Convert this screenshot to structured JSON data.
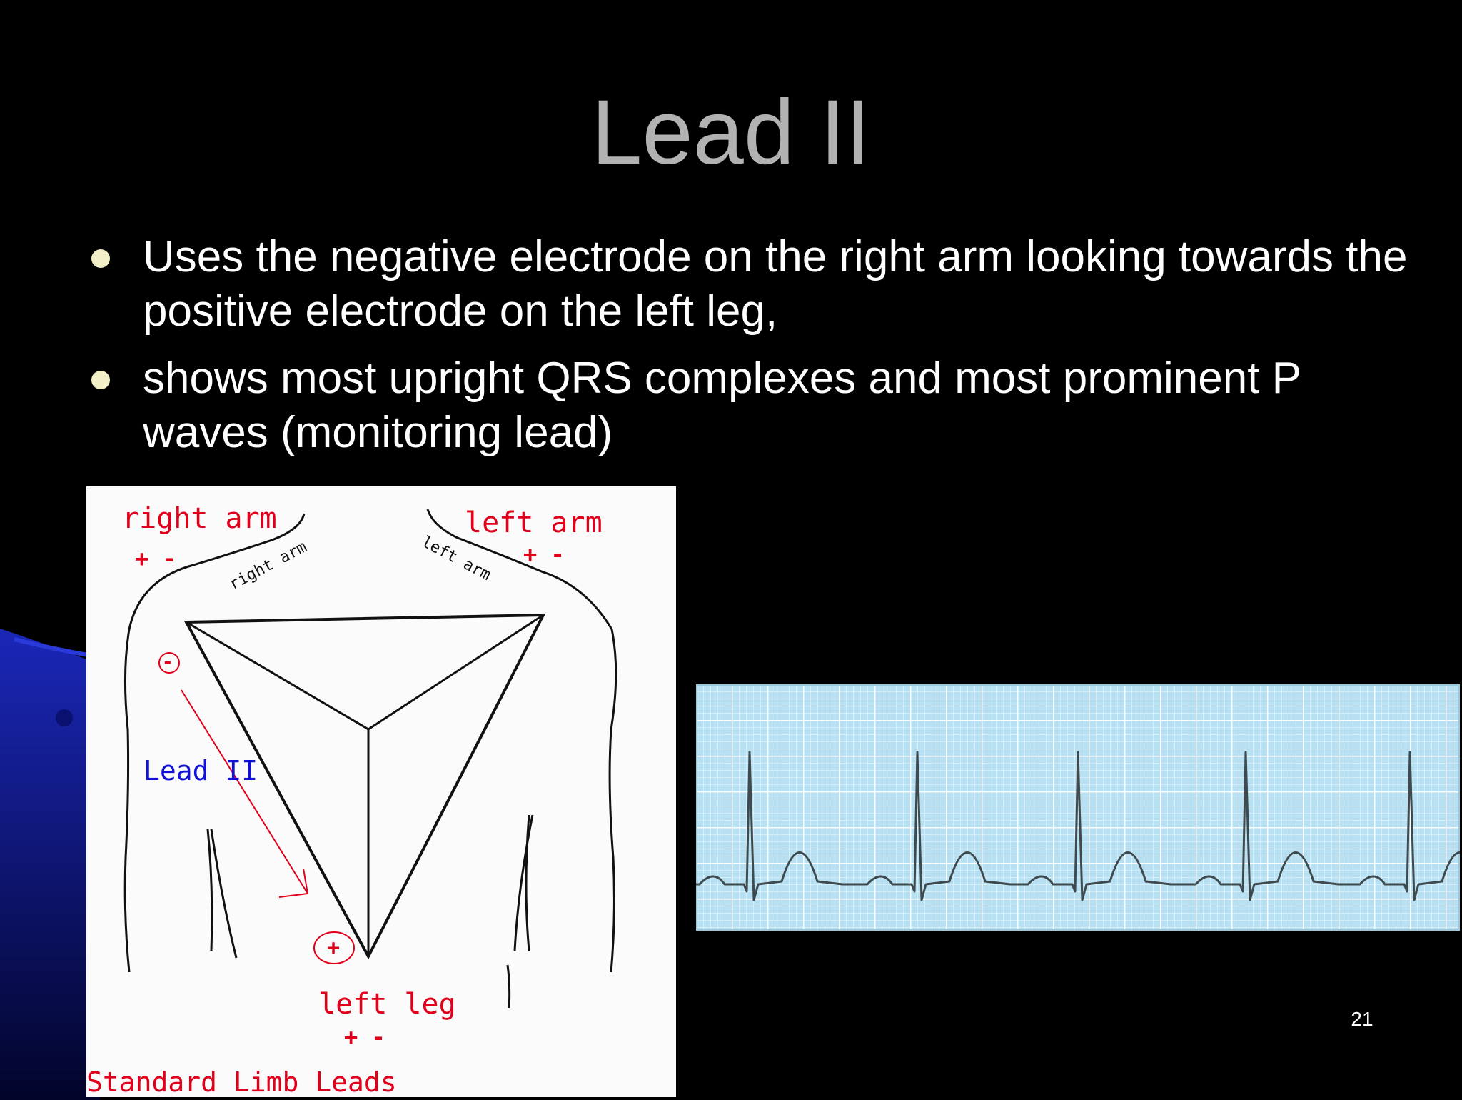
{
  "slide": {
    "title": "Lead II",
    "bullets": [
      "Uses the negative electrode on the right arm looking towards the positive electrode on the left leg,",
      "shows most upright QRS complexes and most prominent P waves (monitoring lead)"
    ],
    "page_number": "21"
  },
  "diagram": {
    "right_arm": {
      "label": "right arm",
      "signs": "+ -",
      "shoulder_text": "right arm"
    },
    "left_arm": {
      "label": "left arm",
      "signs": "+ -",
      "shoulder_text": "left arm"
    },
    "left_leg": {
      "label": "left leg",
      "signs": "+ -"
    },
    "lead_label": "Lead II",
    "negative_marker": "-",
    "positive_marker": "+",
    "caption": "Standard Limb Leads"
  },
  "colors": {
    "background": "#000000",
    "title": "#b2b2b2",
    "bullet_dot": "#f2efc9",
    "diagram_red": "#e0001a",
    "diagram_blue": "#1010d8",
    "ecg_paper": "#b7e1f2"
  }
}
